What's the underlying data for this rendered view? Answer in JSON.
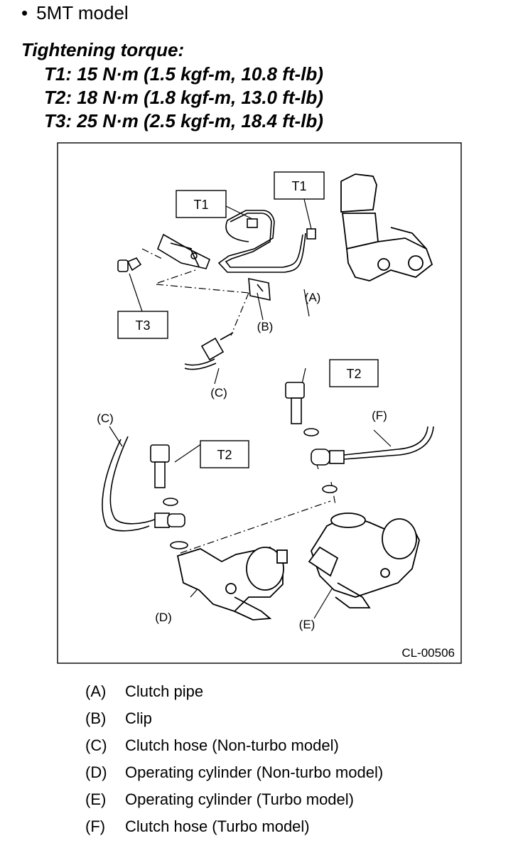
{
  "header": {
    "bullet": "•",
    "model": "5MT model"
  },
  "torque": {
    "title": "Tightening torque:",
    "lines": [
      "T1: 15 N·m (1.5 kgf-m, 10.8 ft-lb)",
      "T2: 18 N·m (1.8 kgf-m, 13.0 ft-lb)",
      "T3: 25 N·m (2.5 kgf-m, 18.4 ft-lb)"
    ]
  },
  "figure": {
    "callouts": {
      "t1_left": "T1",
      "t1_right": "T1",
      "t3": "T3",
      "t2_upper": "T2",
      "t2_lower": "T2"
    },
    "part_labels": {
      "a": "(A)",
      "b": "(B)",
      "c_upper": "(C)",
      "c_lower": "(C)",
      "d": "(D)",
      "e": "(E)",
      "f": "(F)"
    },
    "figure_code": "CL-00506"
  },
  "legend": [
    {
      "letter": "(A)",
      "text": "Clutch pipe"
    },
    {
      "letter": "(B)",
      "text": "Clip"
    },
    {
      "letter": "(C)",
      "text": "Clutch hose (Non-turbo model)"
    },
    {
      "letter": "(D)",
      "text": "Operating cylinder (Non-turbo model)"
    },
    {
      "letter": "(E)",
      "text": "Operating cylinder (Turbo model)"
    },
    {
      "letter": "(F)",
      "text": "Clutch hose (Turbo model)"
    }
  ]
}
